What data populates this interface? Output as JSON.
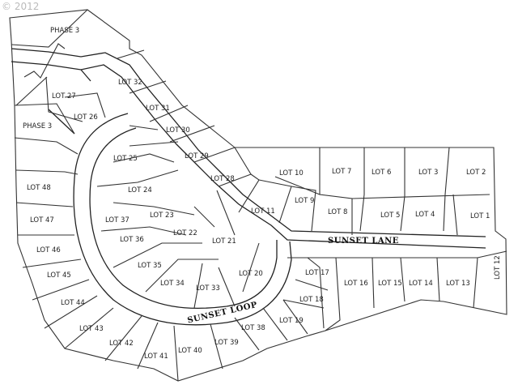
{
  "watermark": "© 2012",
  "roads": [
    {
      "name": "SUNSET LANE"
    },
    {
      "name": "SUNSET LOOP"
    }
  ],
  "phase_labels": [
    "PHASE 3",
    "PHASE 3"
  ],
  "lots": [
    "LOT 1",
    "LOT 2",
    "LOT 3",
    "LOT 4",
    "LOT 5",
    "LOT 6",
    "LOT 7",
    "LOT 8",
    "LOT 9",
    "LOT 10",
    "LOT 11",
    "LOT 12",
    "LOT 13",
    "LOT 14",
    "LOT 15",
    "LOT 16",
    "LOT 17",
    "LOT 18",
    "LOT 19",
    "LOT 20",
    "LOT 21",
    "LOT 22",
    "LOT 23",
    "LOT 24",
    "LOT 25",
    "LOT 26",
    "LOT 27",
    "LOT 28",
    "LOT 29",
    "LOT 30",
    "LOT 31",
    "LOT 32",
    "LOT 33",
    "LOT 34",
    "LOT 35",
    "LOT 36",
    "LOT 37",
    "LOT 38",
    "LOT 39",
    "LOT 40",
    "LOT 41",
    "LOT 42",
    "LOT 43",
    "LOT 44",
    "LOT 45",
    "LOT 46",
    "LOT 47",
    "LOT 48"
  ]
}
